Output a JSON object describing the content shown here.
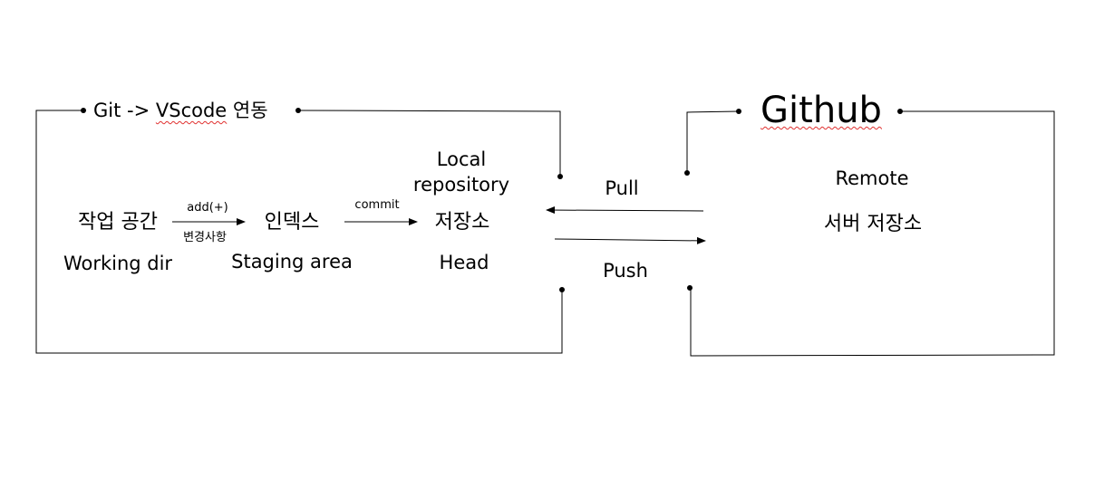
{
  "local_box": {
    "title_parts": [
      "Git ->",
      "VScode",
      "연동"
    ],
    "stages": [
      {
        "korean": "작업 공간",
        "english": "Working dir"
      },
      {
        "korean": "인덱스",
        "english": "Staging area"
      },
      {
        "korean": "저장소",
        "english": "Head"
      }
    ],
    "local_repo_label_line1": "Local",
    "local_repo_label_line2": "repository",
    "arrow_add_above": "add(+)",
    "arrow_add_below": "변경사항",
    "arrow_commit_above": "commit"
  },
  "transfer": {
    "pull_label": "Pull",
    "push_label": "Push"
  },
  "remote_box": {
    "title": "Github",
    "remote_label": "Remote",
    "server_label": "서버 저장소"
  },
  "colors": {
    "line": "#000000",
    "spellcheck_squiggle": "#e0302f"
  }
}
